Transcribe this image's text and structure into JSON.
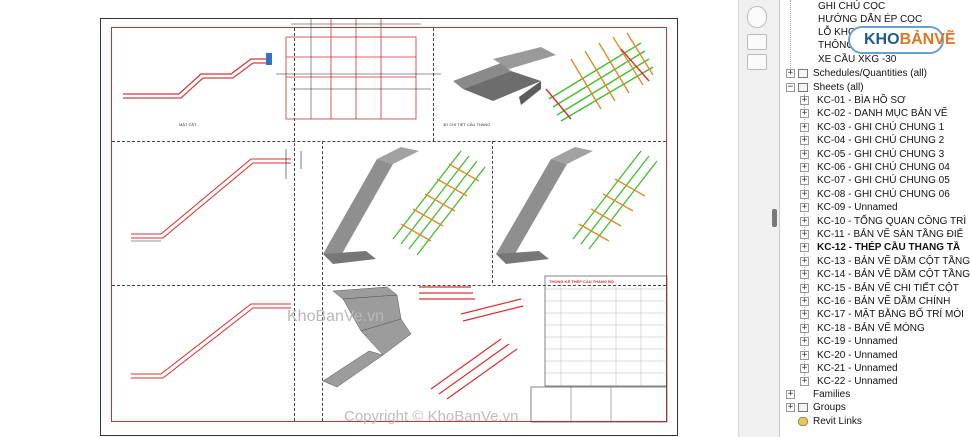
{
  "watermark": {
    "logo_prefix": "KHO",
    "logo_suffix": "BẢNVẼ",
    "site": "KhoBanVe.vn",
    "copyright": "Copyright © KhoBanVe.vn"
  },
  "browser": {
    "top_items": [
      "GHI CHÚ CỌC",
      "HƯỚNG DẪN ÉP CỌC",
      "LỖ KHOAN",
      "THÔNG S",
      "XE CẦU XKG -30"
    ],
    "schedules": "Schedules/Quantities (all)",
    "sheets_root": "Sheets (all)",
    "sheets": [
      "KC-01 - BÌA HỒ SƠ",
      "KC-02 - DANH MỤC BẢN VẼ",
      "KC-03 - GHI CHÚ CHUNG 1",
      "KC-04 - GHI CHÚ CHUNG 2",
      "KC-05 - GHI CHÚ CHUNG 3",
      "KC-06 - GHI CHÚ CHUNG 04",
      "KC-07 - GHI CHÚ CHUNG 05",
      "KC-08 - GHI CHÚ CHUNG 06",
      "KC-09 - Unnamed",
      "KC-10 - TỔNG QUAN CÔNG TRÌ",
      "KC-11 - BẢN VẼ SÀN TẦNG ĐIỂ",
      "KC-12 - THÉP CẦU THANG TẦ",
      "KC-13 - BẢN VẼ DẦM CỘT TẦNG",
      "KC-14 - BẢN VẼ DẦM CỘT TẦNG",
      "KC-15 - BẢN VẼ CHI TIẾT CỘT",
      "KC-16 - BẢN VẼ DẦM CHÍNH",
      "KC-17 - MẶT BẰNG BỐ TRÍ MÓI",
      "KC-18 - BẢN VẼ MÓNG",
      "KC-19 - Unnamed",
      "KC-20 - Unnamed",
      "KC-21 - Unnamed",
      "KC-22 - Unnamed"
    ],
    "selected_sheet": "KC-12 - THÉP CẦU THANG TẦ",
    "families": "Families",
    "groups": "Groups",
    "links": "Revit Links"
  },
  "sheet": {
    "table_title": "THỐNG KÊ THÉP CẦU THANG BỘ",
    "view_caption": "3D CHI TIẾT CẦU THANG",
    "section_caption": "MẶT CẮT"
  },
  "colors": {
    "rebar_red": "#d93030",
    "rebar_green": "#3fbf2a",
    "rebar_orange": "#e08a2a",
    "concrete": "#8a8a8a",
    "accent_blue": "#1b5b95"
  }
}
